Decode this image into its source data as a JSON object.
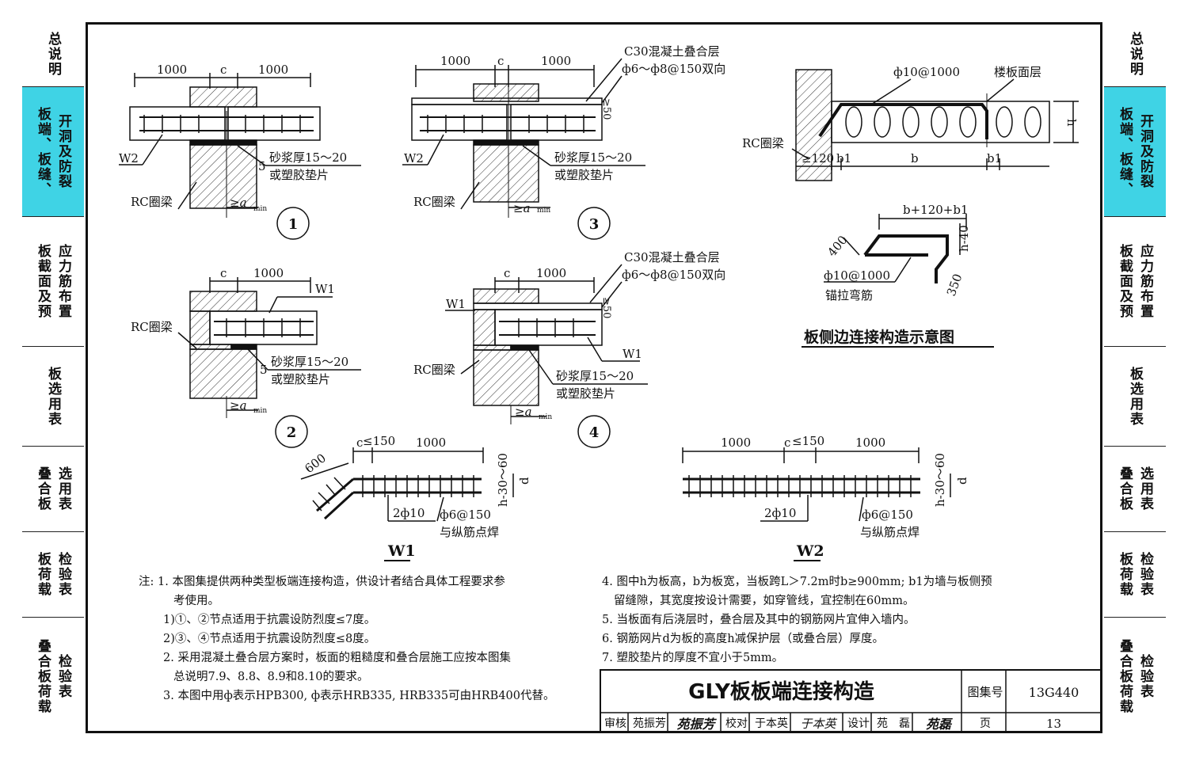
{
  "sidebar": {
    "tabs": [
      {
        "col1": "",
        "col2": "总说明",
        "active": false
      },
      {
        "col1": "板端、板缝、",
        "col2": "开洞及防裂",
        "active": true
      },
      {
        "col1": "板截面及预",
        "col2": "应力筋布置",
        "active": false
      },
      {
        "col1": "",
        "col2": "板选用表",
        "active": false
      },
      {
        "col1": "叠合板",
        "col2": "选用表",
        "active": false
      },
      {
        "col1": "板荷载",
        "col2": "检验表",
        "active": false
      },
      {
        "col1": "叠合板荷载",
        "col2": "检验表",
        "active": false
      }
    ]
  },
  "details": {
    "d1": {
      "num": "1",
      "dim_left": "1000",
      "dim_c": "c",
      "dim_right": "1000",
      "w": "W2",
      "mortar1": "砂浆厚15～20",
      "mortar2": "或塑胶垫片",
      "beam": "RC圈梁",
      "a": "≥a",
      "amin": "min",
      "five": "5"
    },
    "d2": {
      "num": "2",
      "dim_c": "c",
      "dim_right": "1000",
      "w": "W1",
      "beam": "RC圈梁",
      "mortar1": "砂浆厚15～20",
      "mortar2": "或塑胶垫片",
      "a": "≥a",
      "amin": "min",
      "five": "5"
    },
    "d3": {
      "num": "3",
      "dim_left": "1000",
      "dim_c": "c",
      "dim_right": "1000",
      "w": "W2",
      "topping": "C30混凝土叠合层",
      "mesh": "ф6～ф8@150双向",
      "fifty": "≥50",
      "mortar1": "砂浆厚15～20",
      "mortar2": "或塑胶垫片",
      "beam": "RC圈梁",
      "a": "≥a",
      "amin": "min"
    },
    "d4": {
      "num": "4",
      "dim_c": "c",
      "dim_right": "1000",
      "w1a": "W1",
      "w1b": "W1",
      "topping": "C30混凝土叠合层",
      "mesh": "ф6～ф8@150双向",
      "fifty": "≥50",
      "mortar1": "砂浆厚15～20",
      "mortar2": "或塑胶垫片",
      "beam": "RC圈梁",
      "a": "≥a",
      "amin": "min"
    }
  },
  "side_conn": {
    "bar": "ф10@1000",
    "layer": "楼板面层",
    "beam": "RC圈梁",
    "d120": "≥120",
    "b1": "b1",
    "b": "b",
    "b1r": "b1",
    "h": "h",
    "hook_total": "b+120+b1",
    "h40": "h-40",
    "d400": "400",
    "d350": "350",
    "hook_bar": "ф10@1000",
    "hook_name": "锚拉弯筋",
    "title": "板侧边连接构造示意图"
  },
  "meshes": {
    "w1": {
      "d600": "600",
      "c": "c",
      "c150": "≤150",
      "d1000": "1000",
      "bar": "2ф10",
      "stir": "ф6@150",
      "weld": "与纵筋点焊",
      "ht": "h-30～60",
      "d": "d",
      "name": "W1"
    },
    "w2": {
      "d1000a": "1000",
      "c": "c",
      "c150": "≤150",
      "d1000b": "1000",
      "bar": "2ф10",
      "stir": "ф6@150",
      "weld": "与纵筋点焊",
      "ht": "h-30～60",
      "d": "d",
      "name": "W2"
    }
  },
  "notes": {
    "left": [
      "注: 1. 本图集提供两种类型板端连接构造，供设计者结合具体工程要求参",
      "考使用。",
      "1)①、②节点适用于抗震设防烈度≤7度。",
      "2)③、④节点适用于抗震设防烈度≤8度。",
      "2. 采用混凝土叠合层方案时，板面的粗糙度和叠合层施工应按本图集",
      "总说明7.9、8.8、8.9和8.10的要求。",
      "3. 本图中用ф表示HPB300, ф表示HRB335, HRB335可由HRB400代替。"
    ],
    "right": [
      "4. 图中h为板高，b为板宽，当板跨L＞7.2m时b≥900mm; b1为墙与板侧预",
      "留缝隙，其宽度按设计需要，如穿管线，宜控制在60mm。",
      "5. 当板面有后浇层时，叠合层及其中的钢筋网片宜伸入墙内。",
      "6. 钢筋网片d为板的高度h减保护层（或叠合层）厚度。",
      "7. 塑胶垫片的厚度不宜小于5mm。"
    ]
  },
  "title_block": {
    "title": "GLY板板端连接构造",
    "atlas_label": "图集号",
    "atlas_no": "13G440",
    "review_label": "审核",
    "reviewer": "苑振芳",
    "reviewer_sig": "苑振芳",
    "check_label": "校对",
    "checker": "于本英",
    "checker_sig": "于本英",
    "design_label": "设计",
    "designer": "苑　磊",
    "designer_sig": "苑磊",
    "page_label": "页",
    "page_no": "13"
  }
}
